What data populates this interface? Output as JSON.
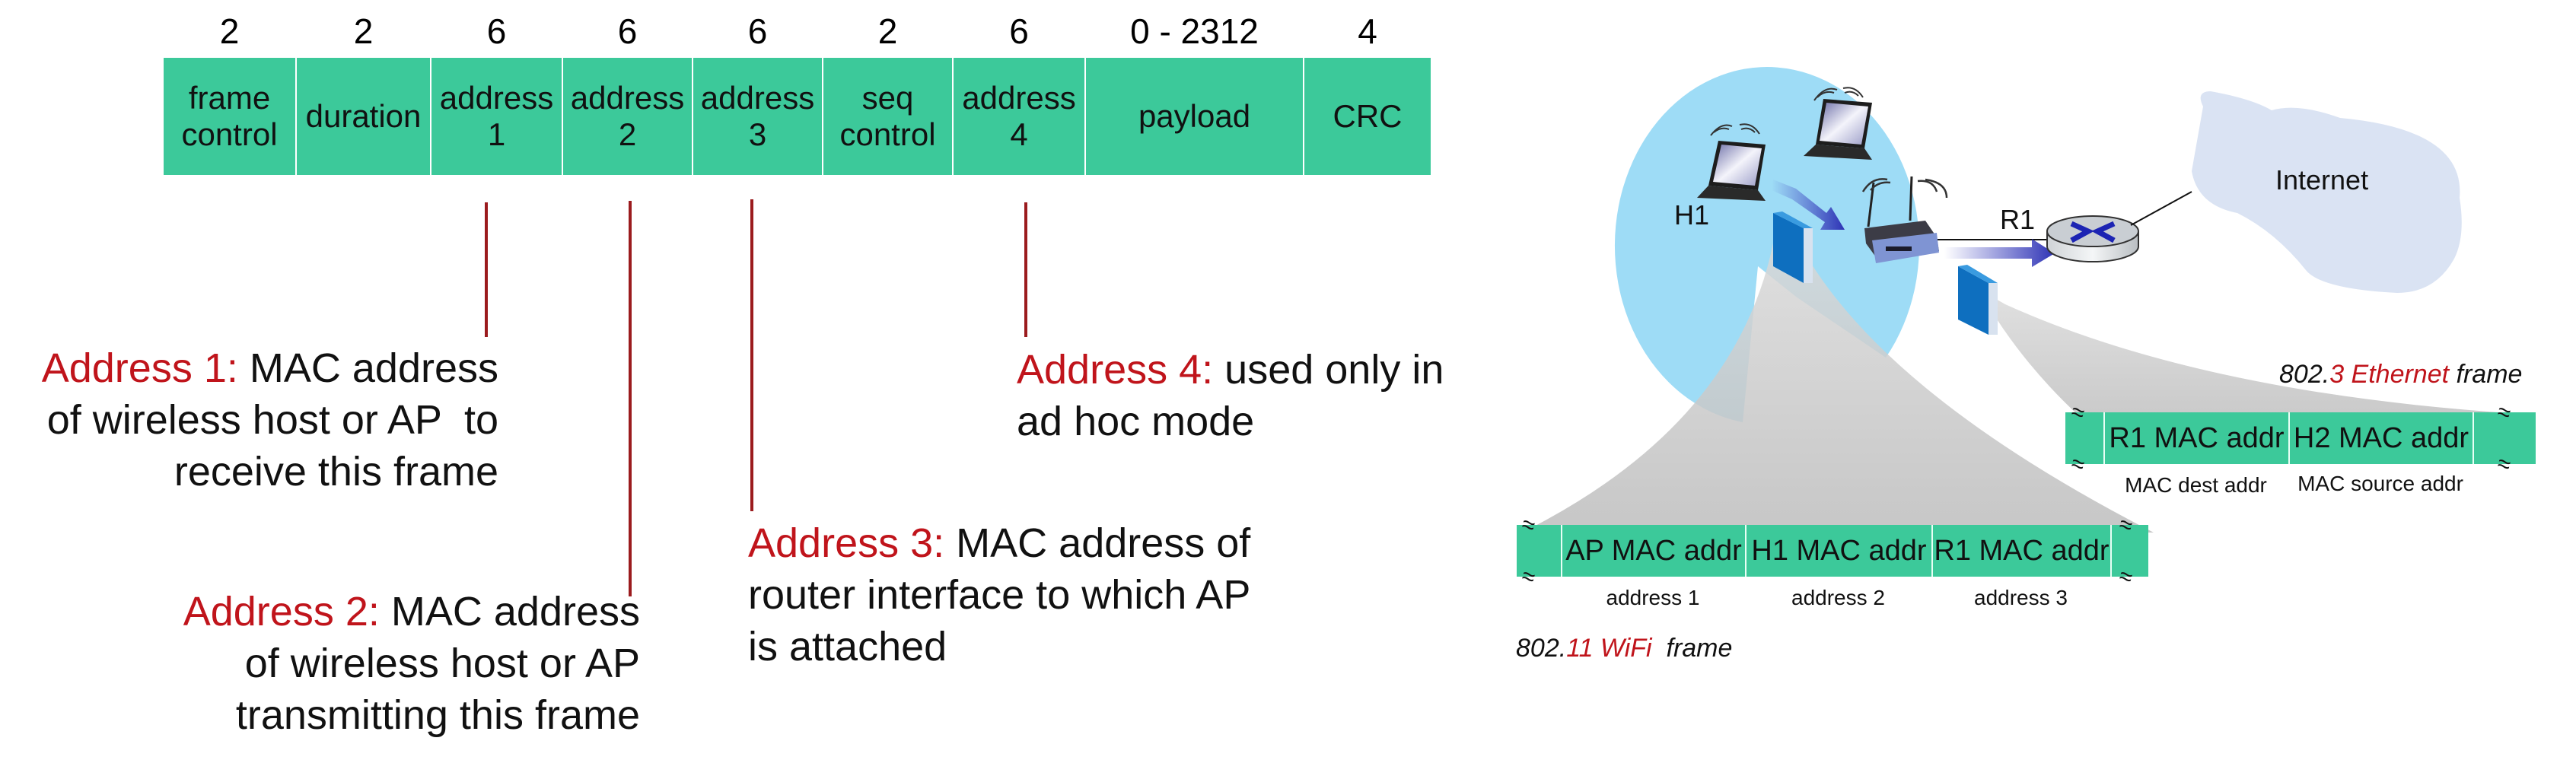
{
  "frame": {
    "fields": [
      {
        "size": "2",
        "label_line1": "frame",
        "label_line2": "control"
      },
      {
        "size": "2",
        "label_line1": "duration",
        "label_line2": ""
      },
      {
        "size": "6",
        "label_line1": "address",
        "label_line2": "1"
      },
      {
        "size": "6",
        "label_line1": "address",
        "label_line2": "2"
      },
      {
        "size": "6",
        "label_line1": "address",
        "label_line2": "3"
      },
      {
        "size": "2",
        "label_line1": "seq",
        "label_line2": "control"
      },
      {
        "size": "6",
        "label_line1": "address",
        "label_line2": "4"
      },
      {
        "size": "0 - 2312",
        "label_line1": "payload",
        "label_line2": ""
      },
      {
        "size": "4",
        "label_line1": "CRC",
        "label_line2": ""
      }
    ],
    "field_color": "#3cc99a"
  },
  "annotations": [
    {
      "title": "Address 1:",
      "lines": [
        "MAC address",
        "of wireless host or AP  to",
        "receive this frame"
      ]
    },
    {
      "title": "Address 2:",
      "lines": [
        "MAC address",
        "of wireless host or AP",
        "transmitting this frame"
      ]
    },
    {
      "title": "Address 3:",
      "lines": [
        "MAC address of",
        "router interface to which AP",
        "is attached"
      ]
    },
    {
      "title": "Address 4:",
      "lines": [
        "used only in",
        "ad hoc mode"
      ]
    }
  ],
  "accent_color": "#c0141b",
  "network": {
    "host_label": "H1",
    "router_label": "R1",
    "cloud_label": "Internet"
  },
  "ethernet_frame": {
    "title_prefix": "802.",
    "title_red": "3 Ethernet",
    "title_suffix": " frame",
    "cells": [
      "R1 MAC addr",
      "H2 MAC addr"
    ],
    "sublabels": [
      "MAC dest addr",
      "MAC source addr"
    ]
  },
  "wifi_frame": {
    "title_prefix": "802.",
    "title_red": "11 WiFi",
    "title_suffix": "  frame",
    "cells": [
      "AP MAC addr",
      "H1 MAC addr",
      "R1 MAC addr"
    ],
    "sublabels": [
      "address 1",
      "address 2",
      "address 3"
    ]
  }
}
